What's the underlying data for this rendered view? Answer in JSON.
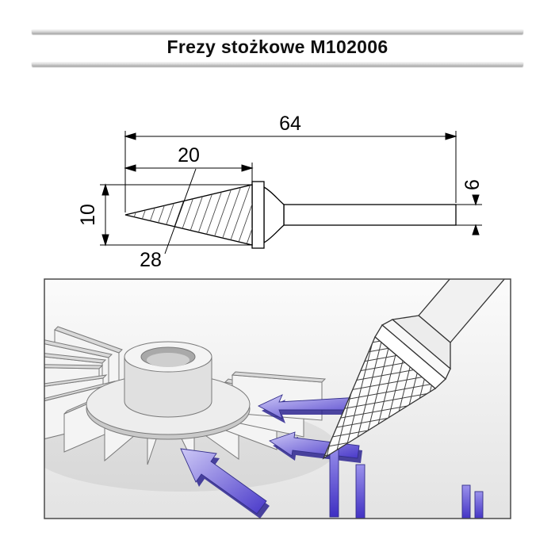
{
  "page": {
    "title": "Frezy stożkowe M102006"
  },
  "drawing": {
    "dims": {
      "total_length": "64",
      "head_length": "20",
      "head_diameter": "10",
      "cone_angle": "28",
      "shank_diameter": "6"
    }
  }
}
